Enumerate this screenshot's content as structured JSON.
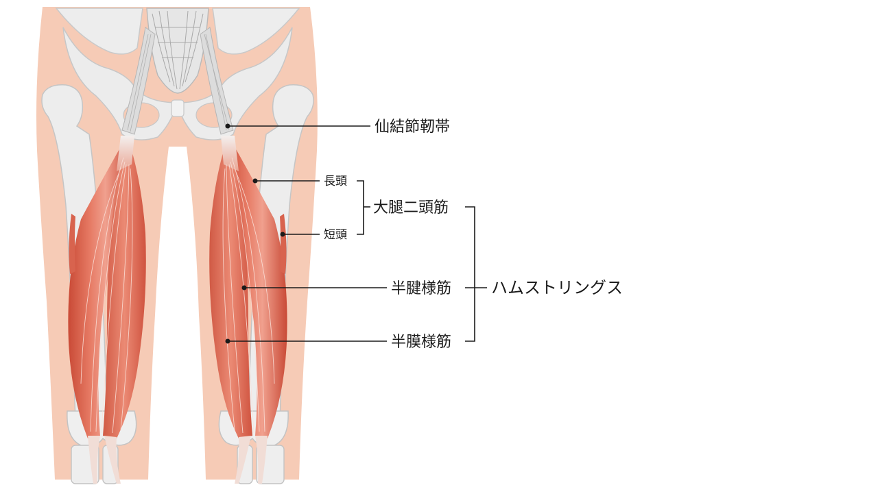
{
  "labels": {
    "sacrotuberous_ligament": "仙結節靭帯",
    "long_head": "長頭",
    "short_head": "短頭",
    "biceps_femoris": "大腿二頭筋",
    "semitendinosus": "半腱様筋",
    "semimembranosus": "半膜様筋",
    "hamstrings": "ハムストリングス"
  },
  "colors": {
    "skin": "#f6cbb6",
    "bone": "#eeeeee",
    "bone_outline": "#c9c9c9",
    "muscle_light": "#f0a08e",
    "muscle": "#e2705b",
    "muscle_dark": "#c94a36",
    "tendon": "#f7ece8",
    "leader_line": "#1a1a1a"
  },
  "icons": {
    "figure": "hamstring-anatomy-illustration"
  }
}
